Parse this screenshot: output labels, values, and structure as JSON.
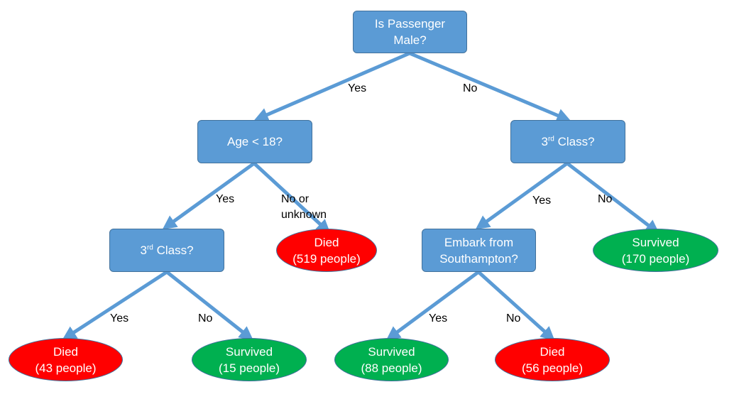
{
  "colors": {
    "decision": "#5b9bd5",
    "decision_border": "#41719c",
    "died": "#ff0000",
    "survived": "#00b050",
    "edge": "#5b9bd5"
  },
  "nodes": {
    "root": {
      "line1": "Is Passenger",
      "line2": "Male?"
    },
    "age": {
      "line1": "Age < 18?"
    },
    "class_right": {
      "pre": "3",
      "sup": "rd",
      "post": " Class?"
    },
    "class_left": {
      "pre": "3",
      "sup": "rd",
      "post": " Class?"
    },
    "embark": {
      "line1": "Embark from",
      "line2": "Southampton?"
    },
    "died_519": {
      "line1": "Died",
      "line2": "(519 people)"
    },
    "survived_170": {
      "line1": "Survived",
      "line2": "(170 people)"
    },
    "died_43": {
      "line1": "Died",
      "line2": "(43 people)"
    },
    "survived_15": {
      "line1": "Survived",
      "line2": "(15 people)"
    },
    "survived_88": {
      "line1": "Survived",
      "line2": "(88 people)"
    },
    "died_56": {
      "line1": "Died",
      "line2": "(56 people)"
    }
  },
  "edge_labels": {
    "root_yes": "Yes",
    "root_no": "No",
    "age_yes": "Yes",
    "age_no_line1": "No or",
    "age_no_line2": "unknown",
    "class_right_yes": "Yes",
    "class_right_no": "No",
    "class_left_yes": "Yes",
    "class_left_no": "No",
    "embark_yes": "Yes",
    "embark_no": "No"
  }
}
